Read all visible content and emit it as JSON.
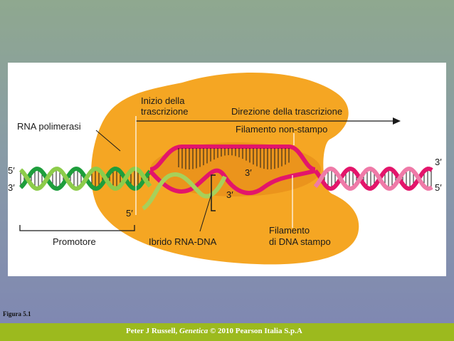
{
  "diagram": {
    "labels": {
      "rna_polymerase": "RNA polimerasi",
      "initiation": [
        "Inizio della",
        "trascrizione"
      ],
      "direction": "Direzione della trascrizione",
      "nontemplate": "Filamento non-stampo",
      "template": [
        "Filamento",
        "di DNA stampo"
      ],
      "promoter": "Promotore",
      "hybrid": "Ibrido RNA-DNA",
      "end5_left": "5′",
      "end3_left": "3′",
      "end3_right_top": "3′",
      "end5_right_bottom": "5′",
      "rna_5": "5′",
      "rna_3": "3′",
      "bubble_3": "3′"
    },
    "colors": {
      "polymerase": "#f5a623",
      "polymerase_shadow": "#e08a10",
      "dna_green_dark": "#1e9e3c",
      "dna_green_light": "#8ccc4a",
      "dna_pink_dark": "#e3156b",
      "dna_pink_light": "#ef7aa8",
      "rna": "#a7d05a"
    }
  },
  "caption": "Figura 5.1",
  "footer": {
    "author": "Peter J Russell, ",
    "book": "Genetica",
    "rest": " © 2010 Pearson Italia S.p.A"
  }
}
